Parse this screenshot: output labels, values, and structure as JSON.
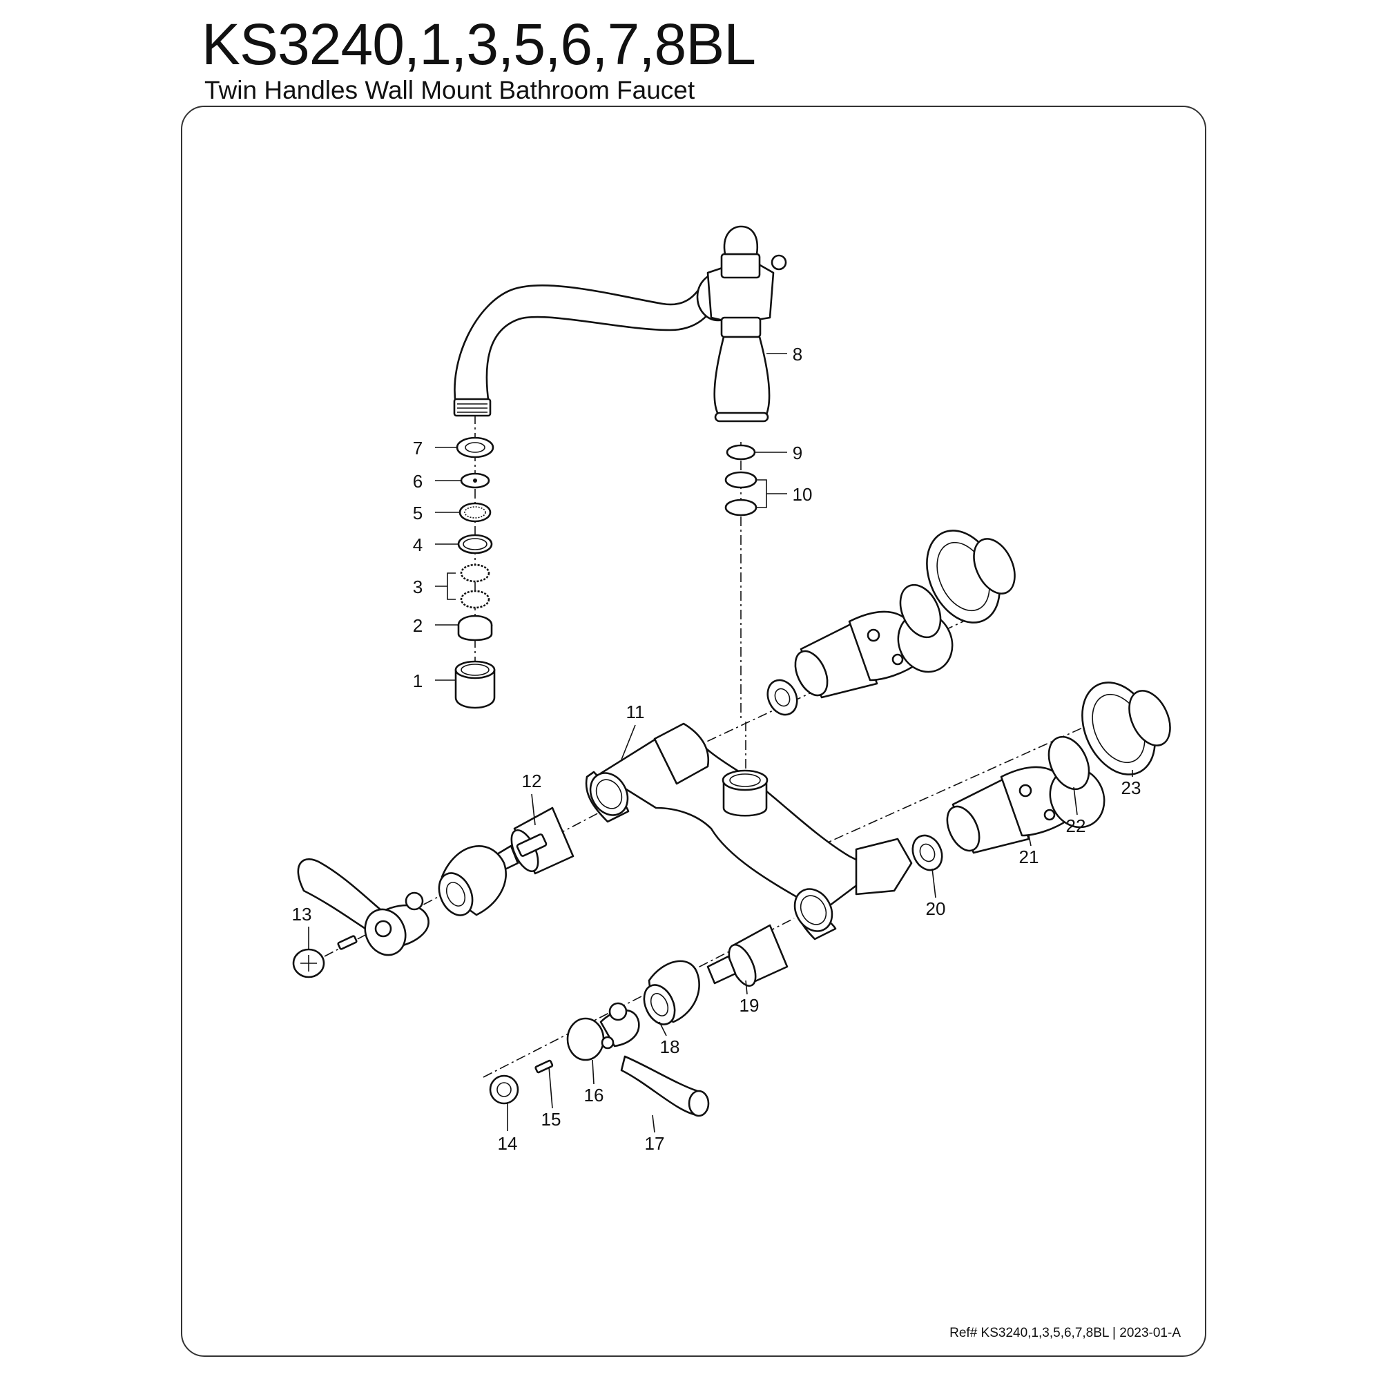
{
  "header": {
    "model": "KS3240,1,3,5,6,7,8BL",
    "description": "Twin Handles Wall Mount Bathroom Faucet"
  },
  "footer": {
    "reference": "Ref# KS3240,1,3,5,6,7,8BL | 2023-01-A"
  },
  "callouts": [
    "1",
    "2",
    "3",
    "4",
    "5",
    "6",
    "7",
    "8",
    "9",
    "10",
    "11",
    "12",
    "13",
    "14",
    "15",
    "16",
    "17",
    "18",
    "19",
    "20",
    "21",
    "22",
    "23"
  ]
}
